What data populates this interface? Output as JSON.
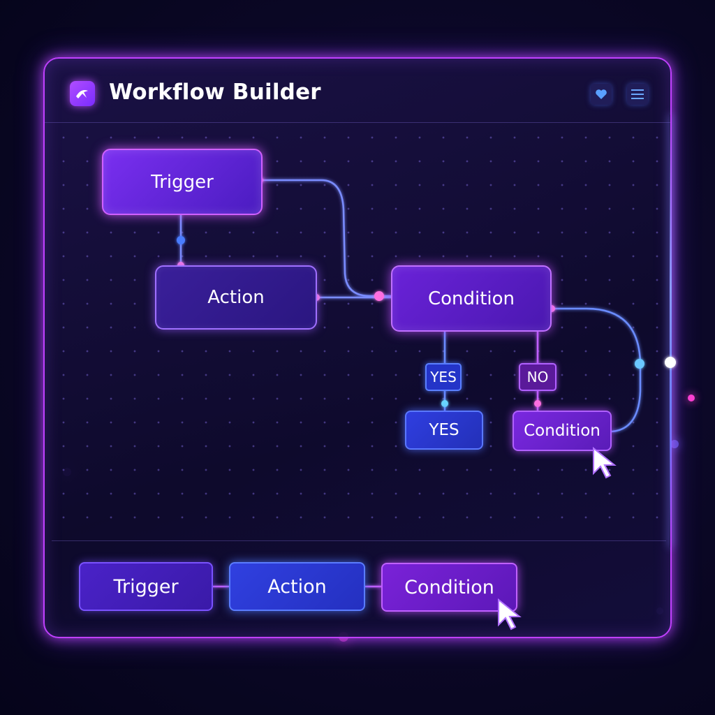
{
  "header": {
    "title": "Workflow Builder",
    "logo_icon": "workflow-logo-icon",
    "favorite_icon": "heart-icon",
    "menu_icon": "hamburger-menu-icon"
  },
  "canvas": {
    "nodes": {
      "trigger": "Trigger",
      "action": "Action",
      "condition": "Condition",
      "yes_node": "YES",
      "condition_small": "Condition"
    },
    "branch_labels": {
      "yes": "YES",
      "no": "NO"
    }
  },
  "palette": {
    "items": [
      "Trigger",
      "Action",
      "Condition"
    ]
  },
  "colors": {
    "accent_purple": "#c040ff",
    "accent_blue": "#5a7cff",
    "background": "#0c0828"
  }
}
